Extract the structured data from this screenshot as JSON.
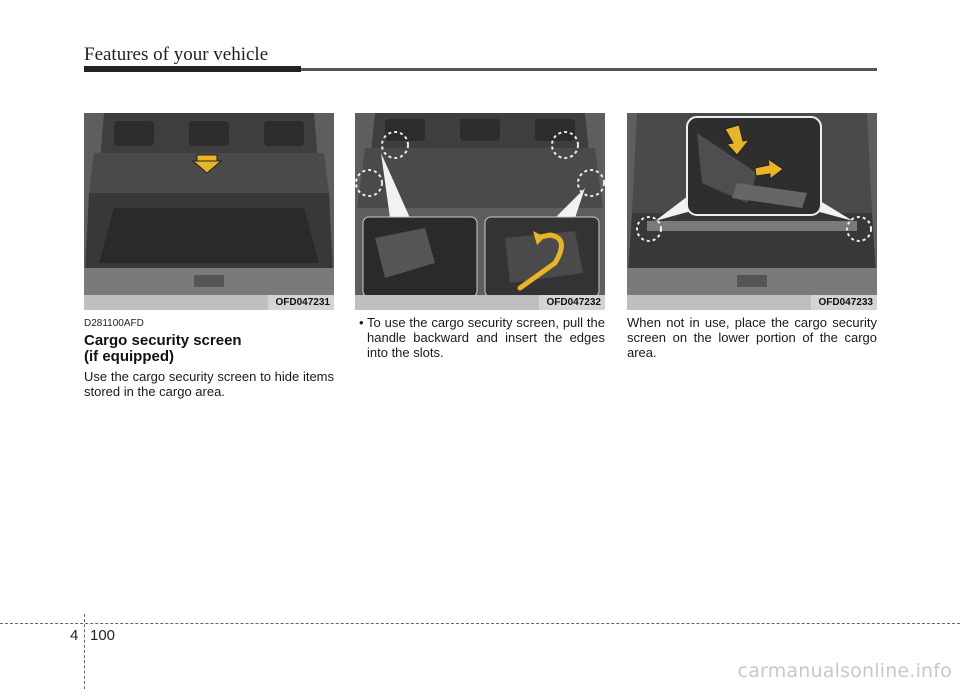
{
  "header": {
    "title": "Features of your vehicle"
  },
  "figures": [
    {
      "code": "OFD047231"
    },
    {
      "code": "OFD047232"
    },
    {
      "code": "OFD047233"
    }
  ],
  "section": {
    "code": "D281100AFD",
    "title_line1": "Cargo security screen",
    "title_line2": "(if equipped)",
    "intro": "Use the cargo security screen to hide items stored in the cargo area."
  },
  "col2": {
    "bullet": "•",
    "text": "To use the cargo security screen, pull the handle backward and insert the edges into the slots."
  },
  "col3": {
    "text": "When not in use, place the cargo security screen on the lower portion of the cargo area."
  },
  "footer": {
    "chapter": "4",
    "page": "100"
  },
  "watermark": "carmanualsonline.info",
  "colors": {
    "arrow": "#e9b526",
    "photo_bg": "#6e6e6e",
    "caption_bg": "#d4d4d4"
  }
}
